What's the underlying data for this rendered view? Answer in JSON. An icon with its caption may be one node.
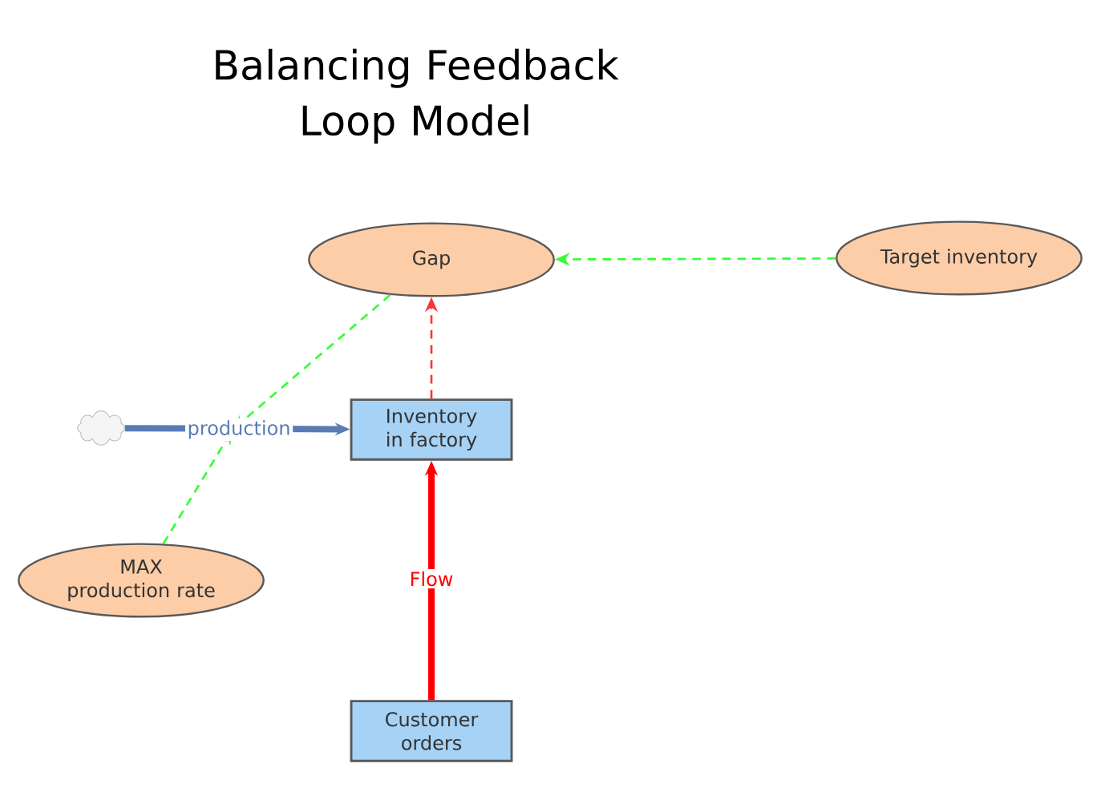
{
  "diagram": {
    "title": "Balancing Feedback Loop Model",
    "nodes": [
      {
        "text": [
          "Gap"
        ]
      },
      {
        "text": [
          "Target inventory"
        ]
      },
      {
        "text": [],
        "shape": "cloud"
      },
      {
        "text": [
          "Inventory in factory"
        ]
      },
      {
        "text": [
          "MAX production rate"
        ]
      },
      {
        "text": [
          "Customer orders"
        ]
      }
    ],
    "edges": [
      {
        "from": 1,
        "to": 0,
        "arrow": "to",
        "style": "dashed",
        "color": "#33ff33"
      },
      {
        "from": 3,
        "to": 0,
        "arrow": "to",
        "style": "dashed",
        "color": "#ff3333"
      },
      {
        "from": 2,
        "to": 3,
        "arrow": "to",
        "style": "thick",
        "color": "#5b7bb5",
        "label": "production"
      },
      {
        "from": 5,
        "to": 3,
        "arrow": "to",
        "style": "thick",
        "color": "#ff0000",
        "label": "Flow"
      },
      {
        "from": 0,
        "to": null,
        "arrow": "to",
        "style": "dashed",
        "color": "#33ff33"
      },
      {
        "from": 4,
        "to": null,
        "arrow": "to",
        "style": "dashed",
        "color": "#33ff33"
      }
    ]
  }
}
